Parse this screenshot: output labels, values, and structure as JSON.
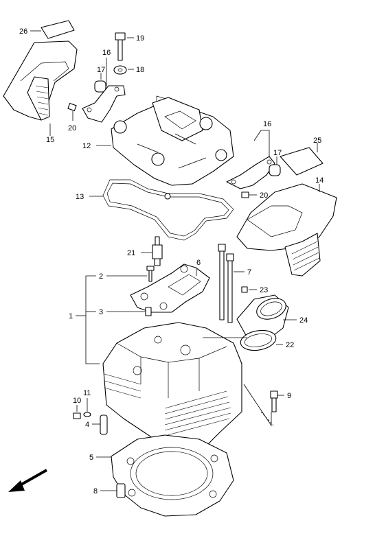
{
  "callouts": {
    "c1": "1",
    "c2": "2",
    "c3": "3",
    "c4": "4",
    "c5": "5",
    "c6": "6",
    "c7": "7",
    "c8": "8",
    "c9": "9",
    "c10": "10",
    "c11": "11",
    "c12": "12",
    "c13": "13",
    "c14a": "14",
    "c15": "15",
    "c16a": "16",
    "c16b": "16",
    "c17a": "17",
    "c17b": "17",
    "c18": "18",
    "c19": "19",
    "c20a": "20",
    "c20b": "20",
    "c21": "21",
    "c22": "22",
    "c23": "23",
    "c24": "24",
    "c25": "25",
    "c26": "26"
  },
  "icons": {
    "direction_arrow": "front-direction-arrow-icon"
  }
}
